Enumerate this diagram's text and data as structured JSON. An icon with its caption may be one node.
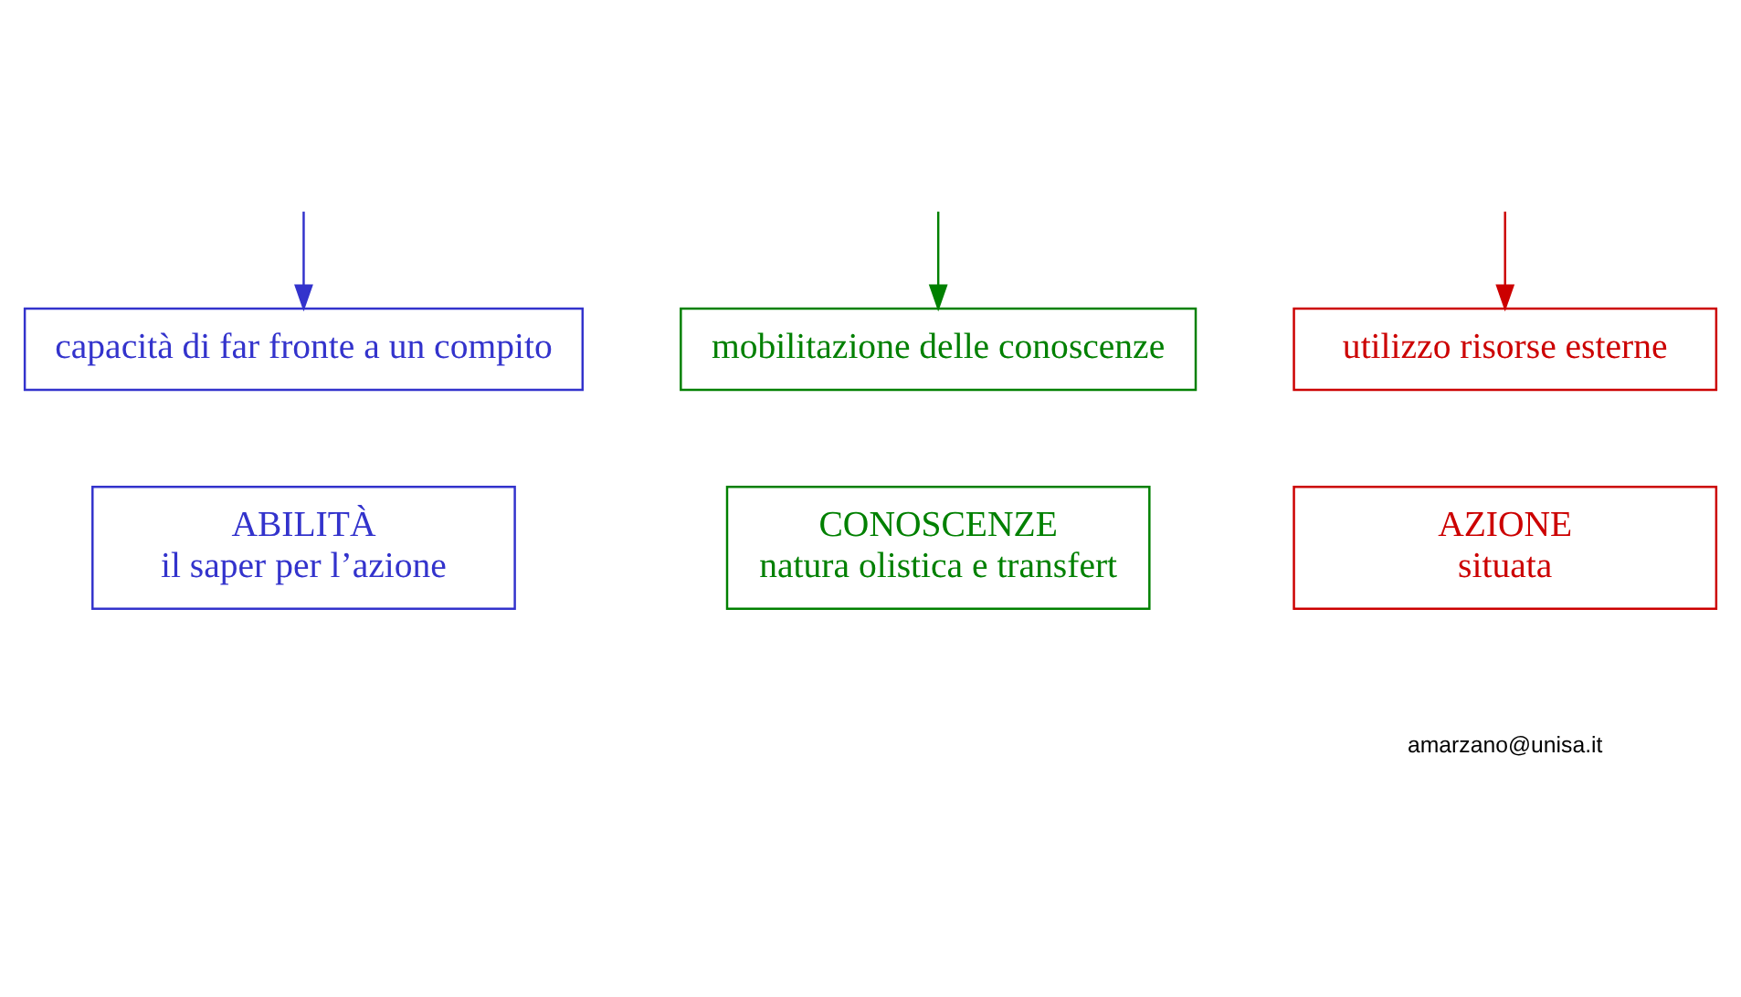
{
  "diagram": {
    "nodes": [
      {
        "text": [
          "capacità di far fronte a un compito"
        ]
      },
      {
        "text": [
          "mobilitazione delle conoscenze"
        ]
      },
      {
        "text": [
          "utilizzo risorse esterne"
        ]
      },
      {
        "text": [
          "ABILITÀ",
          "il saper per l’azione"
        ]
      },
      {
        "text": [
          "CONOSCENZE",
          "natura olistica e transfert"
        ]
      },
      {
        "text": [
          "AZIONE",
          "situata"
        ]
      }
    ],
    "edges": [
      {
        "from": null,
        "to": 0,
        "arrow": "to",
        "color": "#3333cc"
      },
      {
        "from": null,
        "to": 1,
        "arrow": "to",
        "color": "#008000"
      },
      {
        "from": null,
        "to": 2,
        "arrow": "to",
        "color": "#cc0000"
      }
    ],
    "labels": [
      "amarzano@unisa.it"
    ]
  }
}
